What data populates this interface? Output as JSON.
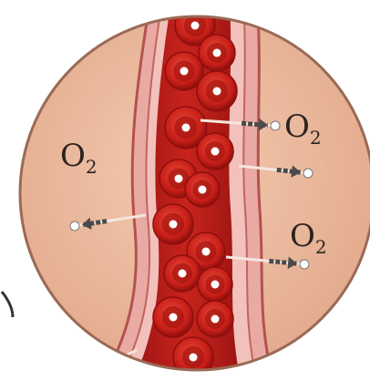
{
  "labels": [
    {
      "id": "o2-left",
      "element": "O",
      "subscript": "2"
    },
    {
      "id": "o2-top-right",
      "element": "O",
      "subscript": "2"
    },
    {
      "id": "o2-bottom-right",
      "element": "O",
      "subscript": "2"
    }
  ],
  "colors": {
    "tissue": "#efc0a0",
    "tissue_shadow": "#d79b80",
    "vessel_wall": "#e8a7a2",
    "vessel_wall_edge": "#b4524f",
    "plasma": "#c31f1a",
    "red_cell": "#d5261d",
    "red_cell_dark": "#8f0f0e",
    "oxygen_dot": "#ffffff",
    "arrow": "#4a4a4a"
  },
  "icons": [
    "red-blood-cell-icon",
    "oxygen-molecule-icon",
    "diffusion-arrow-icon"
  ]
}
